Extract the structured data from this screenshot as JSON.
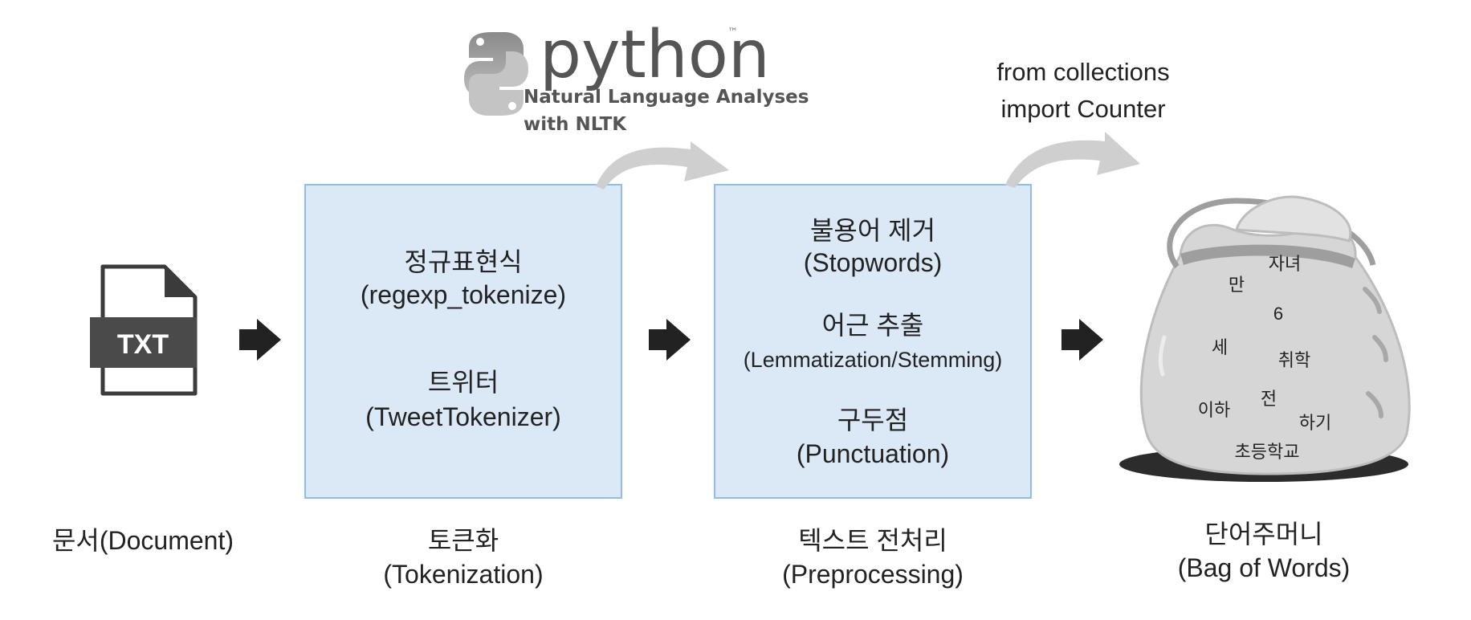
{
  "document": {
    "file_badge": "TXT",
    "label": "문서(Document)"
  },
  "tokenization": {
    "items": [
      {
        "ko": "정규표현식",
        "en": "(regexp_tokenize)"
      },
      {
        "ko": "트위터",
        "en": "(TweetTokenizer)"
      }
    ],
    "label_ko": "토큰화",
    "label_en": "(Tokenization)"
  },
  "python_logo": {
    "word": "python",
    "tm": "™",
    "subtitle_line1": "Natural Language Analyses",
    "subtitle_line2": "with NLTK"
  },
  "preprocessing": {
    "items": [
      {
        "ko": "불용어 제거",
        "en": "(Stopwords)"
      },
      {
        "ko": "어근 추출",
        "en": "(Lemmatization/Stemming)"
      },
      {
        "ko": "구두점",
        "en": "(Punctuation)"
      }
    ],
    "label_ko": "텍스트 전처리",
    "label_en": "(Preprocessing)"
  },
  "counter_note": {
    "line1": "from collections",
    "line2": "import Counter"
  },
  "bag_of_words": {
    "words": [
      "자녀",
      "만",
      "6",
      "세",
      "취학",
      "이하",
      "전",
      "하기",
      "초등학교"
    ],
    "label_ko": "단어주머니",
    "label_en": "(Bag of Words)"
  },
  "colors": {
    "box_fill": "#dbe9f7",
    "box_stroke": "#8fbde6",
    "arrow": "#222222",
    "curve_arrow": "#c9c9c9",
    "bag_fill": "#d4d4d4",
    "file_band": "#4a4a4a"
  }
}
